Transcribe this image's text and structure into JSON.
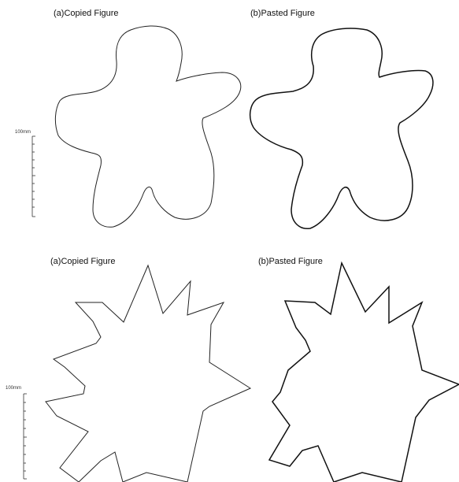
{
  "top_panel": {
    "copied_label": "(a)Copied Figure",
    "pasted_label": "(b)Pasted Figure",
    "scale_label": "100mm"
  },
  "bottom_panel": {
    "copied_label": "(a)Copied Figure",
    "pasted_label": "(b)Pasted Figure",
    "scale_label": "100mm"
  },
  "stroke_color": "#111111"
}
